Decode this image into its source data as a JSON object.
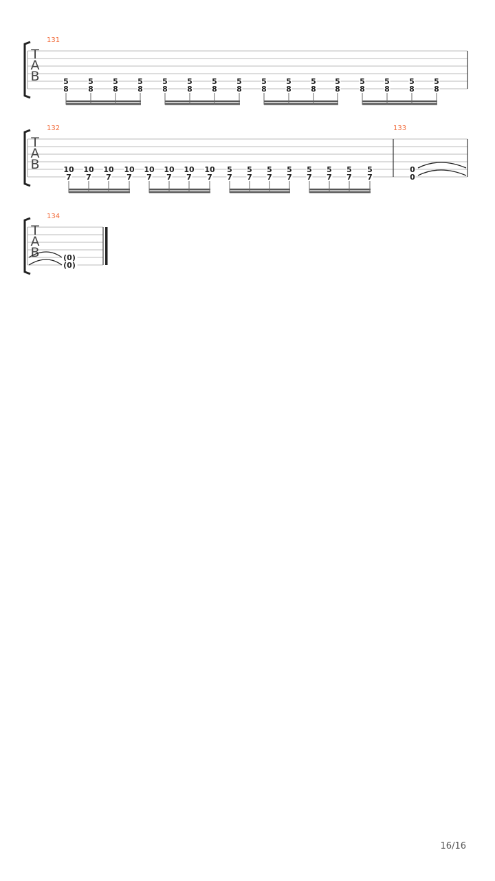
{
  "page_number": "16/16",
  "tab_clef": [
    "T",
    "A",
    "B"
  ],
  "colors": {
    "measure_number": "#f26b3a",
    "staff": "#bbbbbb",
    "ink": "#222222"
  },
  "systems": [
    {
      "measures": [
        {
          "number": "131",
          "notes": [
            [
              "5",
              "8"
            ],
            [
              "5",
              "8"
            ],
            [
              "5",
              "8"
            ],
            [
              "5",
              "8"
            ],
            [
              "5",
              "8"
            ],
            [
              "5",
              "8"
            ],
            [
              "5",
              "8"
            ],
            [
              "5",
              "8"
            ],
            [
              "5",
              "8"
            ],
            [
              "5",
              "8"
            ],
            [
              "5",
              "8"
            ],
            [
              "5",
              "8"
            ],
            [
              "5",
              "8"
            ],
            [
              "5",
              "8"
            ],
            [
              "5",
              "8"
            ],
            [
              "5",
              "8"
            ]
          ],
          "beam_groups": 4
        }
      ]
    },
    {
      "measures": [
        {
          "number": "132",
          "notes": [
            [
              "10",
              "7"
            ],
            [
              "10",
              "7"
            ],
            [
              "10",
              "7"
            ],
            [
              "10",
              "7"
            ],
            [
              "10",
              "7"
            ],
            [
              "10",
              "7"
            ],
            [
              "10",
              "7"
            ],
            [
              "10",
              "7"
            ],
            [
              "5",
              "7"
            ],
            [
              "5",
              "7"
            ],
            [
              "5",
              "7"
            ],
            [
              "5",
              "7"
            ],
            [
              "5",
              "7"
            ],
            [
              "5",
              "7"
            ],
            [
              "5",
              "7"
            ],
            [
              "5",
              "7"
            ]
          ],
          "beam_groups": 4
        },
        {
          "number": "133",
          "notes": [
            [
              "0",
              "0"
            ]
          ],
          "tied": true
        }
      ]
    },
    {
      "measures": [
        {
          "number": "134",
          "notes": [
            [
              "(0)",
              "(0)"
            ]
          ],
          "tie_end": true,
          "final": true
        }
      ]
    }
  ]
}
